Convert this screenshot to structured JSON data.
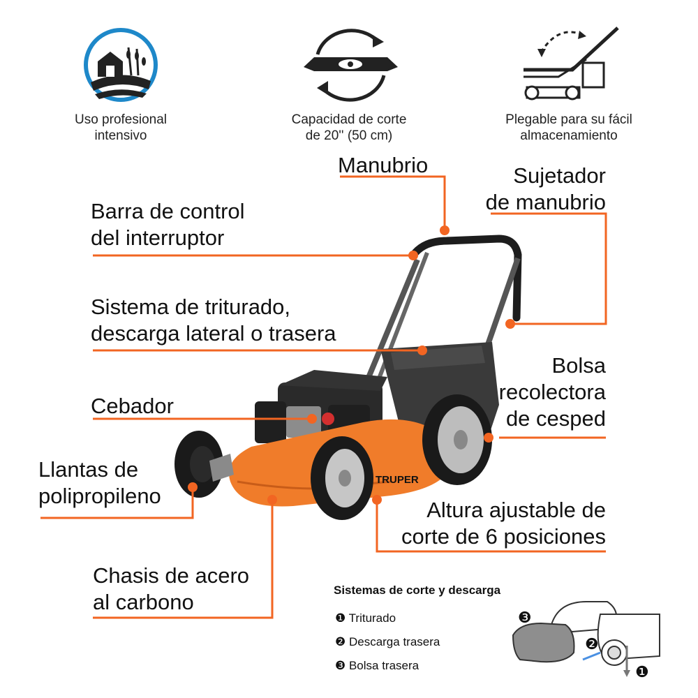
{
  "features": [
    {
      "line1": "Uso profesional",
      "line2": "intensivo",
      "icon": "farm-field-icon"
    },
    {
      "line1": "Capacidad de corte",
      "line2": "de 20'' (50 cm)",
      "icon": "rotating-blade-icon"
    },
    {
      "line1": "Plegable para su fácil",
      "line2": "almacenamiento",
      "icon": "folding-mower-icon"
    }
  ],
  "callouts": {
    "manubrio": "Manubrio",
    "barra": "Barra de control\ndel interruptor",
    "sujetador": "Sujetador\nde manubrio",
    "sistema": "Sistema de triturado,\ndescarga lateral  o trasera",
    "bolsa": "Bolsa\nrecolectora\nde cesped",
    "cebador": "Cebador",
    "llantas": "Llantas de\npolipropileno",
    "altura": "Altura ajustable de\ncorte de 6 posiciones",
    "chasis": "Chasis de acero\nal carbono"
  },
  "brand": "TRUPER",
  "legend": {
    "title": "Sistemas de corte y descarga",
    "items": [
      "❶ Triturado",
      "❷ Descarga trasera",
      "❸ Bolsa trasera"
    ]
  },
  "diagram_markers": [
    "❸",
    "❷",
    "❶"
  ],
  "colors": {
    "accent": "#f26522",
    "dark": "#2b2b2b",
    "blue": "#1e88c9"
  }
}
